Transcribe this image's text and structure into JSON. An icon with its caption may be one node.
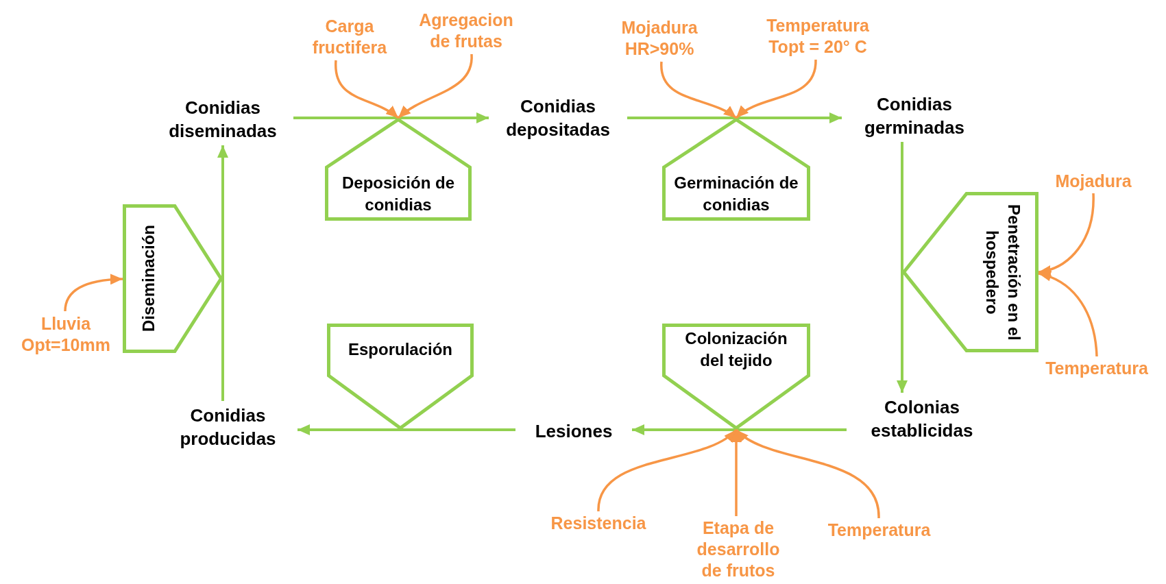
{
  "diagram": {
    "nodes": [
      {
        "text": [
          "Conidias diseminadas"
        ]
      },
      {
        "text": [
          "Conidias depositadas"
        ]
      },
      {
        "text": [
          "Conidias germinadas"
        ]
      },
      {
        "text": [
          "Colonias establicidas"
        ]
      },
      {
        "text": [
          "Lesiones"
        ]
      },
      {
        "text": [
          "Conidias producidas"
        ]
      },
      {
        "text": [
          "Deposición de conidias"
        ]
      },
      {
        "text": [
          "Germinación de conidias"
        ]
      },
      {
        "text": [
          "Penetración en el hospedero"
        ]
      },
      {
        "text": [
          "Colonización del tejido"
        ]
      },
      {
        "text": [
          "Esporulación"
        ]
      },
      {
        "text": [
          "Diseminación"
        ]
      },
      {
        "text": [
          "Carga fructifera"
        ]
      },
      {
        "text": [
          "Agregacion de frutas"
        ]
      },
      {
        "text": [
          "Mojadura HR>90%"
        ]
      },
      {
        "text": [
          "Temperatura Topt = 20° C"
        ]
      },
      {
        "text": [
          "Mojadura"
        ]
      },
      {
        "text": [
          "Temperatura"
        ]
      },
      {
        "text": [
          "Resistencia"
        ]
      },
      {
        "text": [
          "Etapa de desarrollo de frutos"
        ]
      },
      {
        "text": [
          "Temperatura"
        ]
      },
      {
        "text": [
          "Lluvia Opt=10mm"
        ]
      }
    ],
    "edges": [
      {
        "from": 5,
        "to": 0,
        "arrow": "to",
        "color": "#92d050"
      },
      {
        "from": 0,
        "to": 1,
        "arrow": "to",
        "color": "#92d050"
      },
      {
        "from": 1,
        "to": 2,
        "arrow": "to",
        "color": "#92d050"
      },
      {
        "from": 2,
        "to": 3,
        "arrow": "to",
        "color": "#92d050"
      },
      {
        "from": 3,
        "to": 4,
        "arrow": "to",
        "color": "#92d050"
      },
      {
        "from": 4,
        "to": 5,
        "arrow": "to",
        "color": "#92d050"
      },
      {
        "from": 12,
        "to": 6,
        "arrow": "to"
      },
      {
        "from": 13,
        "to": 6,
        "arrow": "to"
      },
      {
        "from": 14,
        "to": 7,
        "arrow": "to"
      },
      {
        "from": 15,
        "to": 7,
        "arrow": "to"
      },
      {
        "from": 16,
        "to": 8,
        "arrow": "to"
      },
      {
        "from": 17,
        "to": 8,
        "arrow": "to"
      },
      {
        "from": 18,
        "to": 9,
        "arrow": "to"
      },
      {
        "from": 19,
        "to": 9,
        "arrow": "to"
      },
      {
        "from": 20,
        "to": 9,
        "arrow": "to"
      },
      {
        "from": 21,
        "to": 11,
        "arrow": "to"
      }
    ]
  }
}
